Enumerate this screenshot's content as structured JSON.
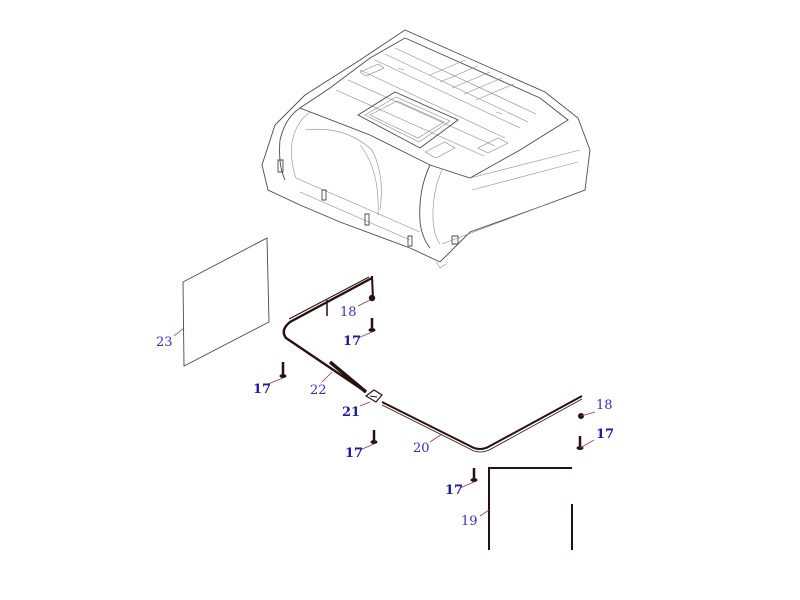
{
  "figure": {
    "colors": {
      "callout_text": "#1a1aa8",
      "leader_line": "#b03040",
      "part_line": "#2a0f0f",
      "outline": "#4a4a4a"
    },
    "callouts": {
      "c17a": "17",
      "c17b": "17",
      "c17c": "17",
      "c17d": "17",
      "c17e": "17",
      "c18a": "18",
      "c18b": "18",
      "c19": "19",
      "c20": "20",
      "c21": "21",
      "c22": "22",
      "c23": "23"
    }
  }
}
